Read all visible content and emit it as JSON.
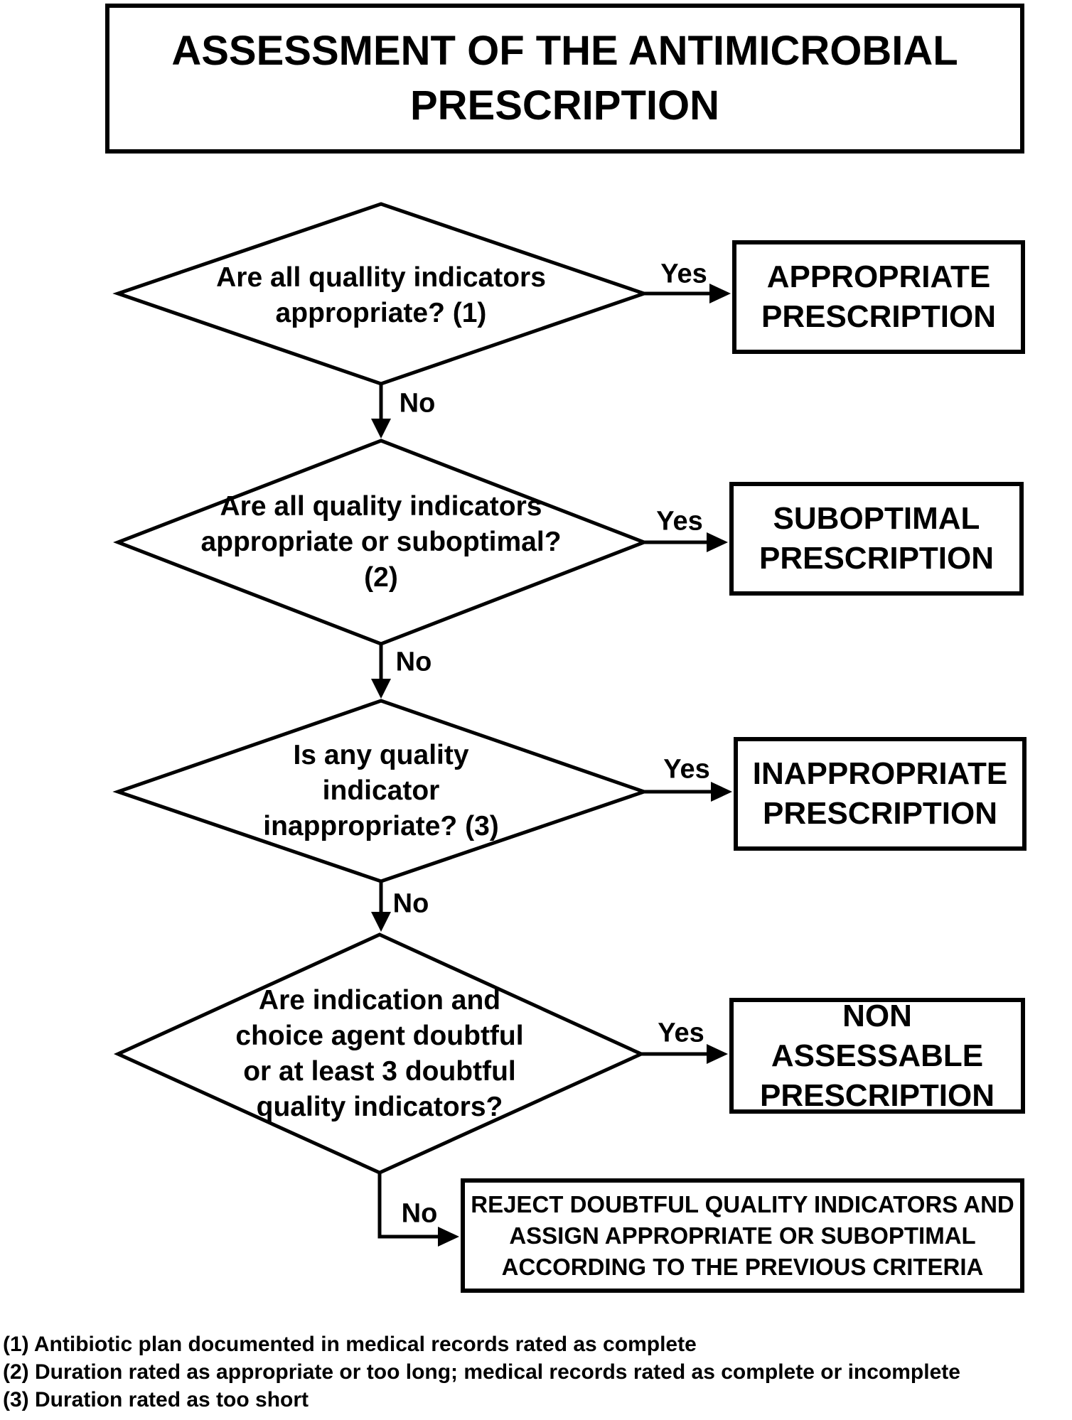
{
  "colors": {
    "line": "#000000",
    "text": "#000000",
    "background": "#ffffff"
  },
  "title": "ASSESSMENT OF THE ANTIMICROBIAL\nPRESCRIPTION",
  "flowchart": {
    "decisions": [
      {
        "question": "Are all quallity indicators\nappropriate? (1)",
        "yes_label": "Yes",
        "no_label": "No",
        "yes_result": "APPROPRIATE\nPRESCRIPTION"
      },
      {
        "question": "Are all quality indicators\nappropriate or suboptimal?\n(2)",
        "yes_label": "Yes",
        "no_label": "No",
        "yes_result": "SUBOPTIMAL\nPRESCRIPTION"
      },
      {
        "question": "Is any quality\nindicator\ninappropriate? (3)",
        "yes_label": "Yes",
        "no_label": "No",
        "yes_result": "INAPPROPRIATE\nPRESCRIPTION"
      },
      {
        "question": "Are indication and\nchoice agent doubtful\nor at least 3 doubtful\nquality indicators?",
        "yes_label": "Yes",
        "no_label": "No",
        "yes_result": "NON ASSESSABLE\nPRESCRIPTION"
      }
    ],
    "no_result": "REJECT DOUBTFUL QUALITY INDICATORS AND\nASSIGN APPROPRIATE OR SUBOPTIMAL\nACCORDING TO THE PREVIOUS CRITERIA"
  },
  "footnotes": [
    "(1) Antibiotic plan documented in medical records rated as complete",
    "(2) Duration rated as appropriate or too long; medical records rated as complete or incomplete",
    "(3) Duration rated as too short"
  ]
}
